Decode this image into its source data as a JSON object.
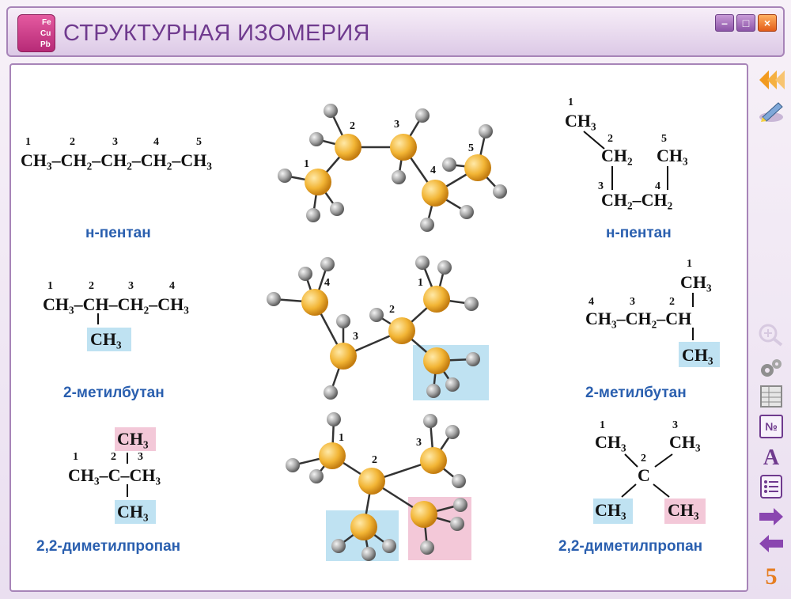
{
  "window": {
    "title": "СТРУКТУРНАЯ ИЗОМЕРИЯ",
    "logo_text": [
      "Fe",
      "Cu",
      "Pb"
    ],
    "controls": {
      "minimize": "–",
      "maximize": "□",
      "close": "×"
    }
  },
  "rows": [
    {
      "left_formula": "CH₃–CH₂–CH₂–CH₂–CH₃",
      "left_numbers": [
        "1",
        "2",
        "3",
        "4",
        "5"
      ],
      "left_label": "н-пентан",
      "model_numbers": [
        "1",
        "2",
        "3",
        "4",
        "5"
      ],
      "right_label": "н-пентан",
      "right_formula": {
        "top": "CH₃",
        "upper": "CH₂",
        "upper_right": "CH₃",
        "lower": "CH₂–CH₂"
      },
      "right_numbers": [
        "1",
        "2",
        "3",
        "4",
        "5"
      ]
    },
    {
      "left_formula": "CH₃–CH–CH₂–CH₃",
      "left_sub": "CH₃",
      "left_numbers": [
        "1",
        "2",
        "3",
        "4"
      ],
      "left_label": "2-метилбутан",
      "model_numbers": [
        "1",
        "2",
        "3",
        "4"
      ],
      "right_label": "2-метилбутан",
      "right_formula": {
        "top": "CH₃",
        "main": "CH₃–CH₂–CH",
        "bottom": "CH₃"
      },
      "right_numbers": [
        "1",
        "2",
        "3",
        "4"
      ]
    },
    {
      "left_formula": "CH₃–C–CH₃",
      "left_top": "CH₃",
      "left_bottom": "CH₃",
      "left_numbers": [
        "1",
        "2",
        "3"
      ],
      "left_label": "2,2-диметилпропан",
      "model_numbers": [
        "1",
        "2",
        "3"
      ],
      "right_label": "2,2-диметилпропан",
      "right_formula": {
        "top_left": "CH₃",
        "top_right": "CH₃",
        "center": "C",
        "bottom_left": "CH₃",
        "bottom_right": "CH₃"
      },
      "right_numbers": [
        "1",
        "2",
        "3"
      ]
    }
  ],
  "sidebar": {
    "items": [
      "back-icon",
      "pencil-icon",
      "zoom-icon",
      "settings-icon",
      "table-icon",
      "number-icon",
      "font-icon",
      "list-icon",
      "next-icon",
      "prev-icon",
      "grade-icon"
    ],
    "number_label": "№",
    "font_label": "A",
    "grade_label": "5"
  },
  "colors": {
    "accent": "#6f3a8e",
    "label_blue": "#2a5faf",
    "highlight_blue": "#bfe2f2",
    "highlight_pink": "#f3c8d8",
    "carbon": "#f2b535",
    "hydrogen": "#9a9a9a"
  }
}
